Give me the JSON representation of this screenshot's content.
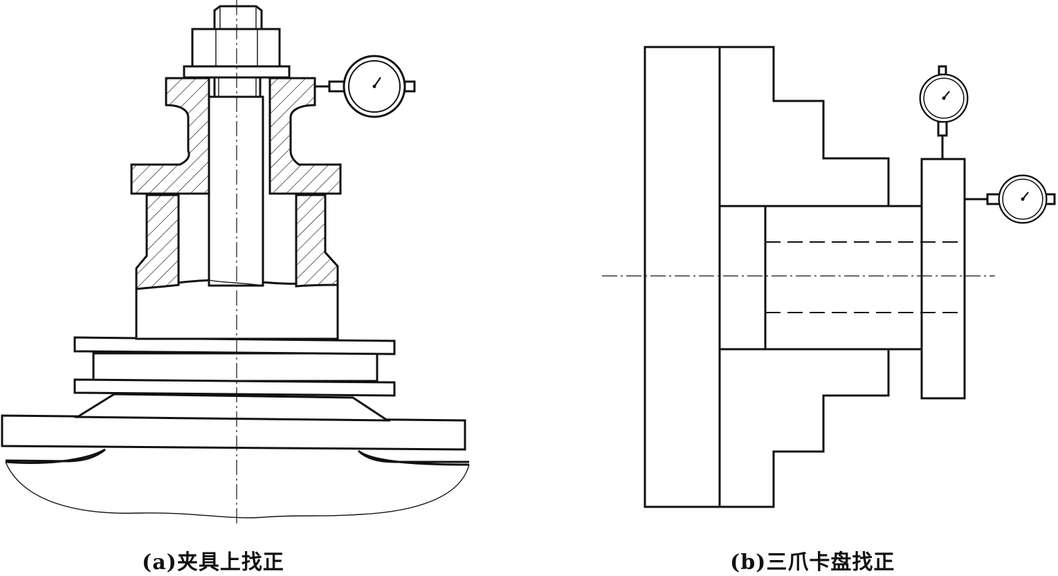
{
  "figure": {
    "panels": [
      {
        "id": "a",
        "caption": "(a)夹具上找正"
      },
      {
        "id": "b",
        "caption": "(b)三爪卡盘找正"
      }
    ]
  },
  "dial_gauges": {
    "panel_a": 1,
    "panel_b": 2
  }
}
